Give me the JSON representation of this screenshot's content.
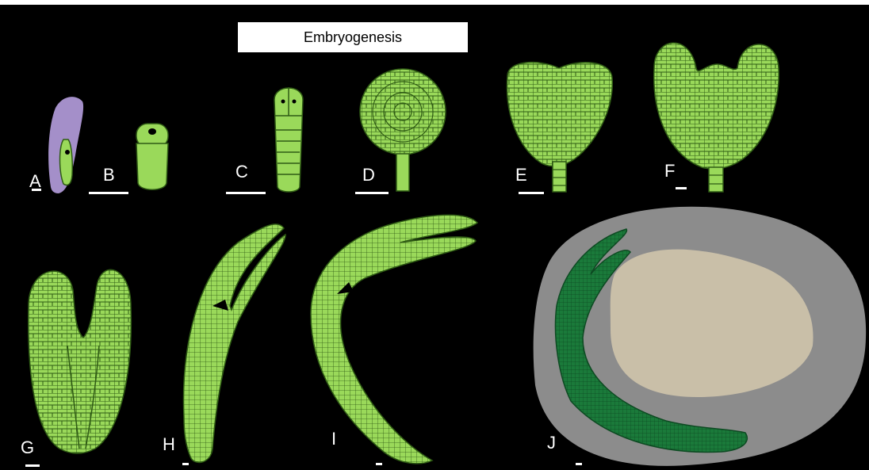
{
  "title": "Embryogenesis",
  "panels": [
    {
      "label": "A"
    },
    {
      "label": "B"
    },
    {
      "label": "C"
    },
    {
      "label": "D"
    },
    {
      "label": "E"
    },
    {
      "label": "F"
    },
    {
      "label": "G"
    },
    {
      "label": "H"
    },
    {
      "label": "I"
    },
    {
      "label": "J"
    }
  ],
  "colors": {
    "background": "#000000",
    "embryo_fill": "#9ad95a",
    "embryo_line": "#2e5a14",
    "mature_embryo": "#1a7a3a",
    "ovule": "#a48fc9",
    "seed_coat": "#8c8c8c",
    "endosperm": "#c9bfa8",
    "scale_bar": "#ffffff"
  }
}
